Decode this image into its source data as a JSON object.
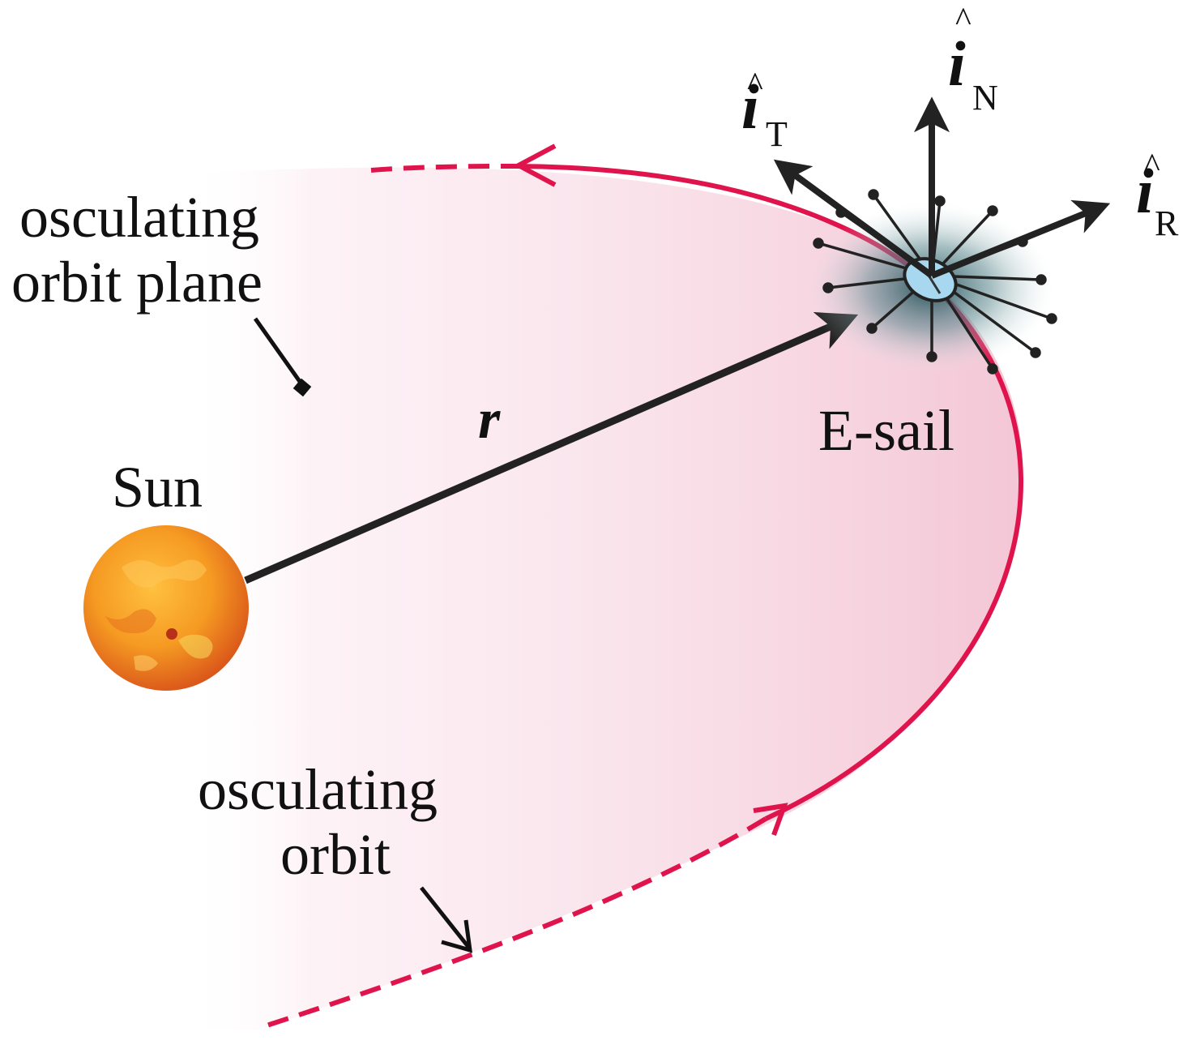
{
  "labels": {
    "plane_line1": "osculating",
    "plane_line2": "orbit plane",
    "sun": "Sun",
    "r_vector": "r",
    "esail": "E-sail",
    "orbit_line1": "osculating",
    "orbit_line2": "orbit"
  },
  "axes": {
    "T": {
      "symbol": "i",
      "hat": "^",
      "subscript": "T"
    },
    "N": {
      "symbol": "i",
      "hat": "^",
      "subscript": "N"
    },
    "R": {
      "symbol": "i",
      "hat": "^",
      "subscript": "R"
    }
  },
  "colors": {
    "orbit": "#e0144c",
    "plane_fill": "#f5c4d3",
    "vector": "#222222",
    "sun_core": "#f5a020",
    "sun_edge": "#d8561a",
    "sail_glow": "#2c5a60",
    "sail_center": "#a8d8f0"
  }
}
